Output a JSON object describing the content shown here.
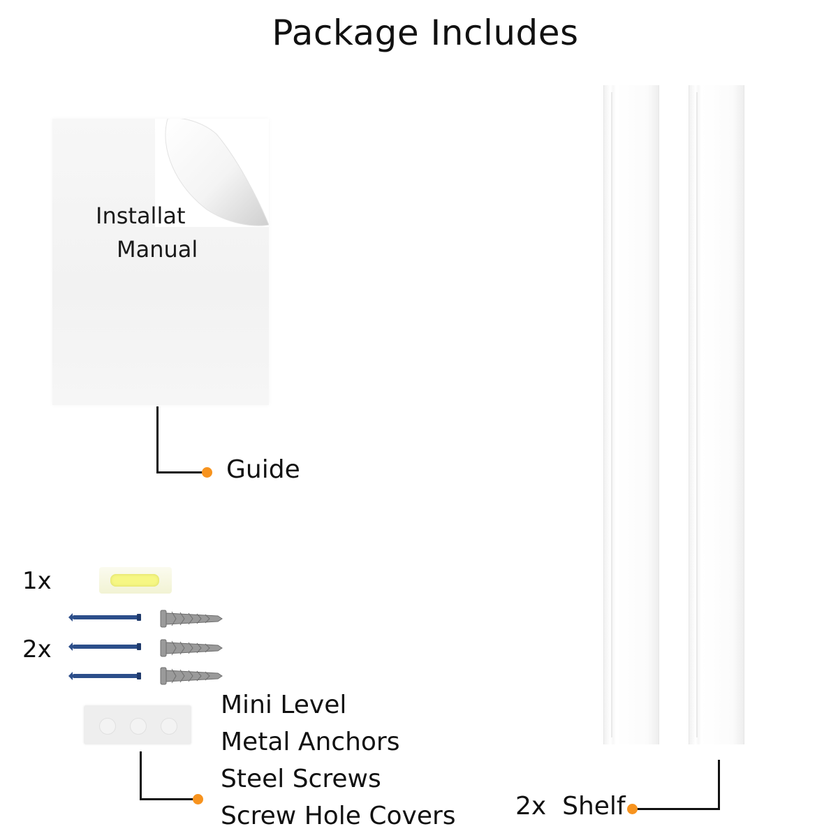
{
  "page": {
    "title": "Package Includes"
  },
  "manual": {
    "line1": "Installat",
    "line2": "Manual",
    "label": "Guide"
  },
  "hardware": {
    "qty_level": "1x",
    "qty_screws": "2x",
    "items": [
      "Mini Level",
      "Metal Anchors",
      "Steel Screws",
      "Screw Hole Covers"
    ]
  },
  "shelf": {
    "label": "2x  Shelf"
  },
  "colors": {
    "accent_dot": "#f7931e",
    "screw_blue": "#2c4e8a",
    "anchor_gray": "#9a9a9a"
  }
}
